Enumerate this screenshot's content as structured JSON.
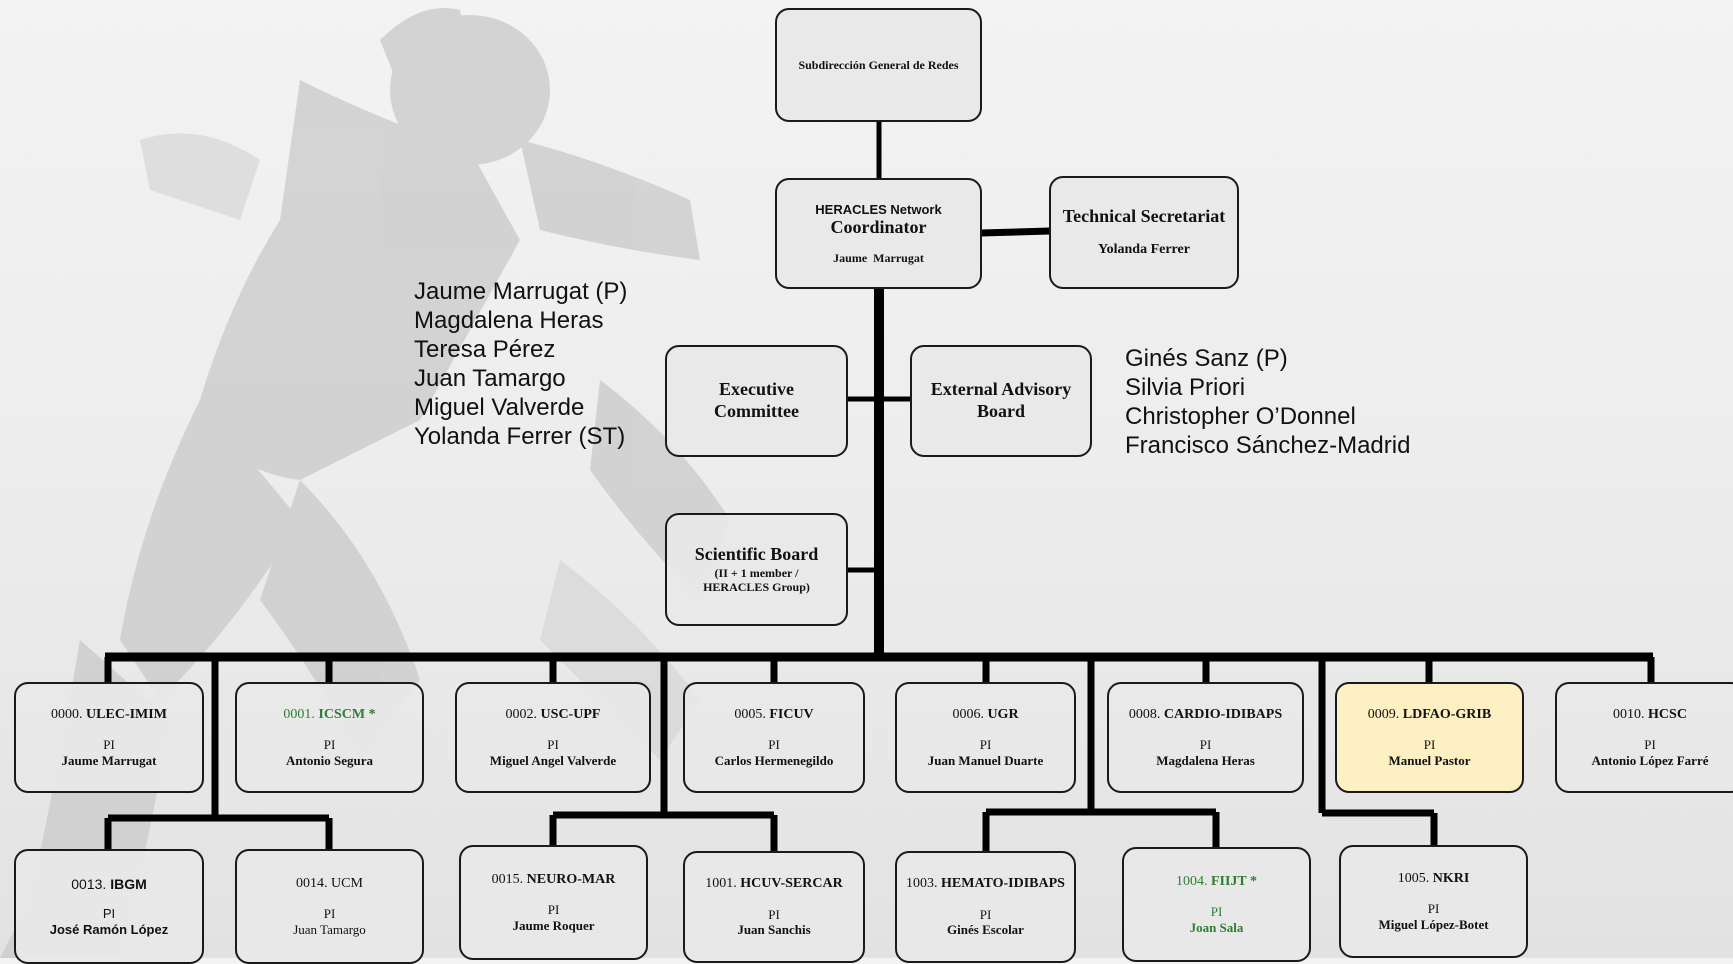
{
  "top": {
    "label": "Subdirección General de Redes"
  },
  "coordinator": {
    "network": "HERACLES Network",
    "role": "Coordinator",
    "person": "Jaume  Marrugat"
  },
  "secretariat": {
    "role": "Technical Secretariat",
    "person": "Yolanda Ferrer"
  },
  "executive": {
    "line1": "Executive",
    "line2": "Committee"
  },
  "advisory": {
    "line1": "External Advisory",
    "line2": "Board"
  },
  "scientific": {
    "line1": "Scientific Board",
    "line2": "(II + 1 member /",
    "line3": "HERACLES Group)"
  },
  "executive_members": [
    "Jaume Marrugat (P)",
    "Magdalena Heras",
    "Teresa Pérez",
    "Juan Tamargo",
    "Miguel Valverde",
    "Yolanda Ferrer (ST)"
  ],
  "advisory_members": [
    "Ginés Sanz (P)",
    "Silvia Priori",
    "Christopher O’Donnel",
    "Francisco Sánchez-Madrid"
  ],
  "pi_label": "PI",
  "groups_row1": [
    {
      "code": "0000.",
      "name": "ULEC-IMIM",
      "pi": "Jaume Marrugat"
    },
    {
      "code": "0001.",
      "name": "ICSCM *",
      "pi": "Antonio Segura"
    },
    {
      "code": "0002.",
      "name": "USC-UPF",
      "pi": "Miguel Angel Valverde"
    },
    {
      "code": "0005.",
      "name": "FICUV",
      "pi": "Carlos Hermenegildo"
    },
    {
      "code": "0006.",
      "name": "UGR",
      "pi": "Juan Manuel Duarte"
    },
    {
      "code": "0008.",
      "name": "CARDIO-IDIBAPS",
      "pi": "Magdalena Heras"
    },
    {
      "code": "0009.",
      "name": "LDFAO-GRIB",
      "pi": "Manuel Pastor"
    },
    {
      "code": "0010.",
      "name": "HCSC",
      "pi": "Antonio López Farré"
    }
  ],
  "groups_row2": [
    {
      "code": "0013.",
      "name": "IBGM",
      "pi": "José Ramón López"
    },
    {
      "code": "0014.",
      "name": "UCM",
      "pi": "Juan Tamargo"
    },
    {
      "code": "0015.",
      "name": "NEURO-MAR",
      "pi": "Jaume Roquer"
    },
    {
      "code": "1001.",
      "name": "HCUV-SERCAR",
      "pi": "Juan Sanchis"
    },
    {
      "code": "1003.",
      "name": "HEMATO-IDIBAPS",
      "pi": "Ginés Escolar"
    },
    {
      "code": "1004.",
      "name": "FIIJT *",
      "pi": "Joan Sala"
    },
    {
      "code": "1005.",
      "name": "NKRI",
      "pi": "Miguel López-Botet"
    }
  ],
  "colors": {
    "highlight": "#fdf0c2",
    "green_text": "#2e7d32",
    "connector": "#000000",
    "box_border": "#1a1a1a"
  }
}
